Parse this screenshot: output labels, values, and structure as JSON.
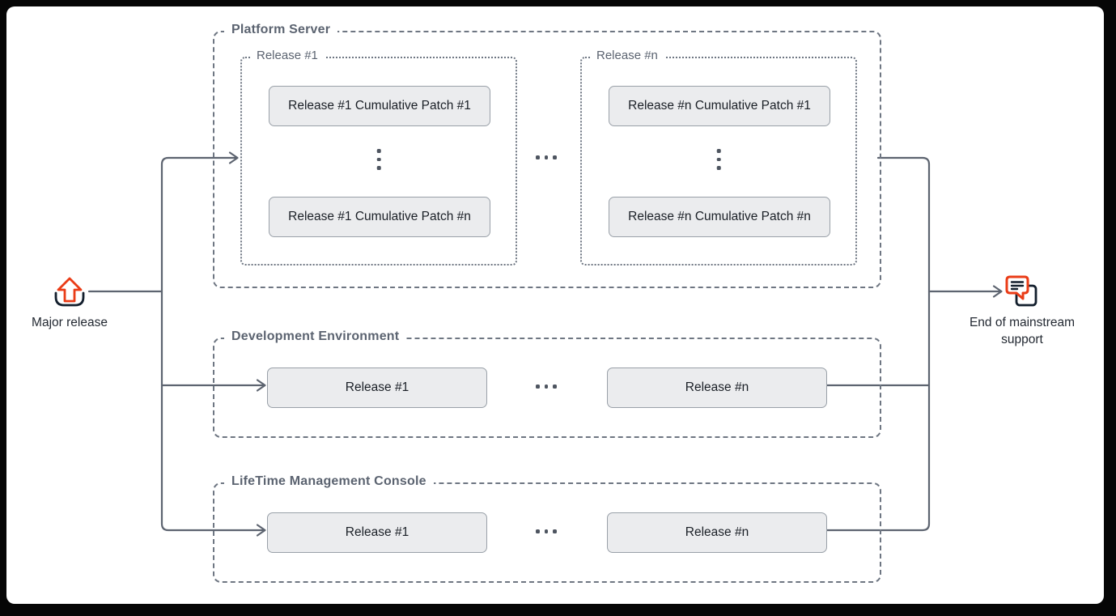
{
  "colors": {
    "frame_bg": "#000000",
    "panel_bg": "#ffffff",
    "connector": "#5d6470",
    "dashed_border": "#6e7682",
    "container_label": "#5b6370",
    "box_fill": "#ebecee",
    "box_border": "#99a0a8",
    "box_text": "#1a1f26",
    "accent_red": "#ea3c17",
    "icon_dark": "#131f2d"
  },
  "left_node": {
    "icon": "major-release-upload-icon",
    "label": "Major release"
  },
  "right_node": {
    "icon": "end-of-mainstream-support-icon",
    "label_line1": "End of mainstream",
    "label_line2": "support"
  },
  "platform_server": {
    "label": "Platform Server",
    "groups": [
      {
        "label": "Release #1",
        "patch_first": "Release #1 Cumulative Patch #1",
        "patch_last": "Release #1 Cumulative Patch #n"
      },
      {
        "label": "Release #n",
        "patch_first": "Release #n Cumulative Patch #1",
        "patch_last": "Release #n Cumulative Patch #n"
      }
    ]
  },
  "development_environment": {
    "label": "Development Environment",
    "release_first": "Release #1",
    "release_last": "Release #n"
  },
  "lifetime_management_console": {
    "label": "LifeTime Management Console",
    "release_first": "Release #1",
    "release_last": "Release #n"
  },
  "ellipsis": "…"
}
